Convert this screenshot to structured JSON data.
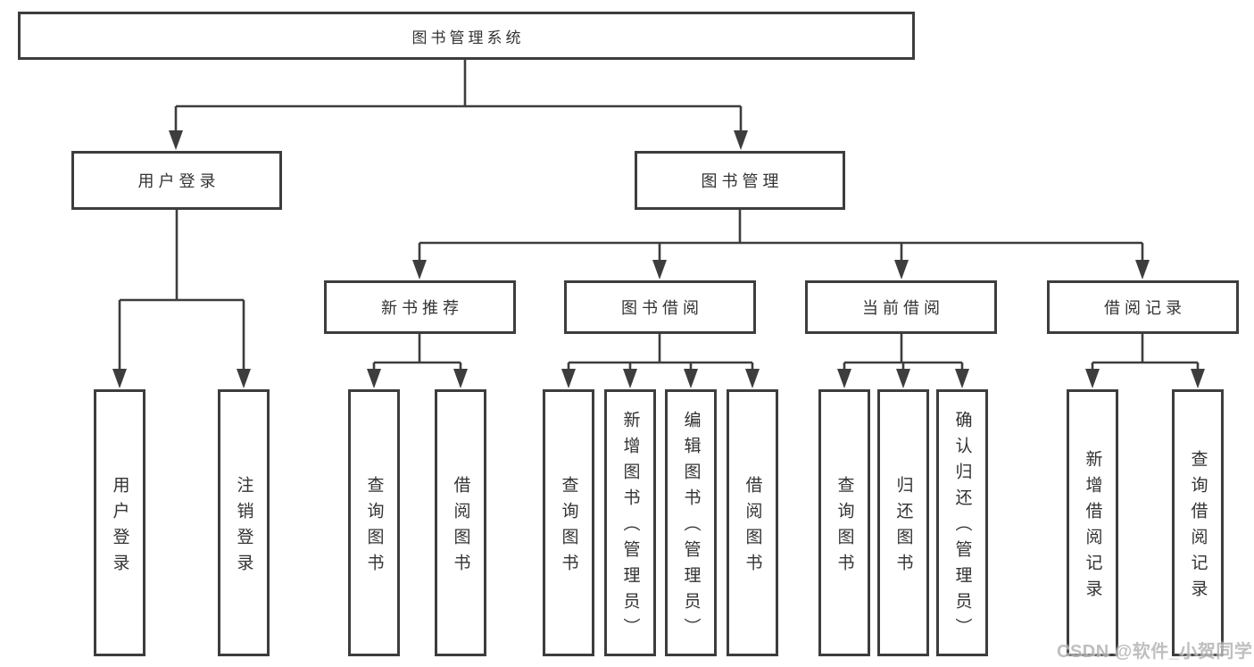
{
  "diagram": {
    "root": {
      "label": "图书管理系统"
    },
    "level2": [
      {
        "label": "用户登录"
      },
      {
        "label": "图书管理"
      }
    ],
    "level3": [
      {
        "label": "新书推荐"
      },
      {
        "label": "图书借阅"
      },
      {
        "label": "当前借阅"
      },
      {
        "label": "借阅记录"
      }
    ],
    "leaves": {
      "userLogin": [
        {
          "label": "用户登录"
        },
        {
          "label": "注销登录"
        }
      ],
      "newBookRecommend": [
        {
          "label": "查询图书"
        },
        {
          "label": "借阅图书"
        }
      ],
      "bookBorrow": [
        {
          "label": "查询图书"
        },
        {
          "label": "新增图书（管理员）"
        },
        {
          "label": "编辑图书（管理员）"
        },
        {
          "label": "借阅图书"
        }
      ],
      "currentBorrow": [
        {
          "label": "查询图书"
        },
        {
          "label": "归还图书"
        },
        {
          "label": "确认归还（管理员）"
        }
      ],
      "borrowRecords": [
        {
          "label": "新增借阅记录"
        },
        {
          "label": "查询借阅记录"
        }
      ]
    },
    "watermark": "CSDN @软件_小贺同学",
    "colors": {
      "line": "#3d3d3d",
      "text": "#333333",
      "watermark": "#b4b4b4",
      "background": "#ffffff"
    }
  }
}
